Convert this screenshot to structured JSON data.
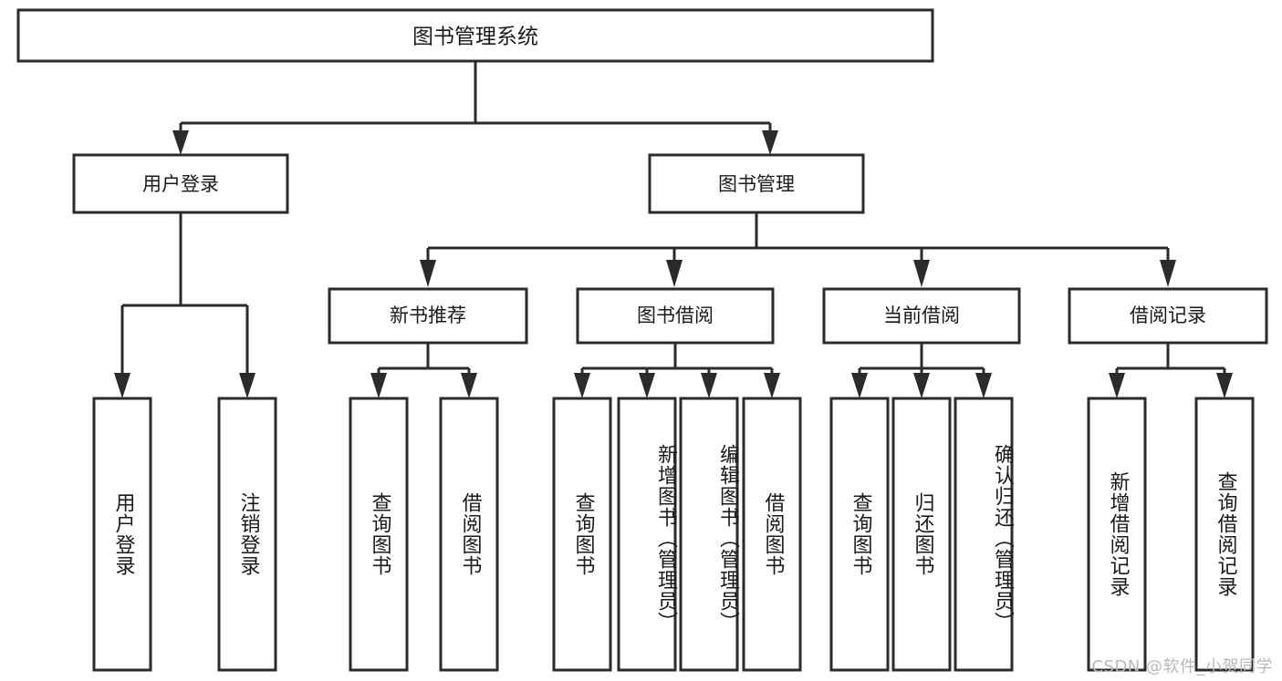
{
  "diagram": {
    "title": "图书管理系统",
    "watermark": "CSDN @软件_小贺同学",
    "colors": {
      "stroke": "#2b2b2b",
      "fill": "#ffffff",
      "text": "#1a1a1a",
      "watermark": "#b9b9b9",
      "background": "#ffffff"
    },
    "root": {
      "label": "图书管理系统"
    },
    "level2": [
      {
        "label": "用户登录"
      },
      {
        "label": "图书管理"
      }
    ],
    "level3": [
      {
        "label": "新书推荐"
      },
      {
        "label": "图书借阅"
      },
      {
        "label": "当前借阅"
      },
      {
        "label": "借阅记录"
      }
    ],
    "leaves": {
      "user_login": [
        {
          "label": "用户登录"
        },
        {
          "label": "注销登录"
        }
      ],
      "new_book": [
        {
          "label": "查询图书"
        },
        {
          "label": "借阅图书"
        }
      ],
      "borrow": [
        {
          "label": "查询图书"
        },
        {
          "label": "新增图书（管理员）"
        },
        {
          "label": "编辑图书（管理员）"
        },
        {
          "label": "借阅图书"
        }
      ],
      "current": [
        {
          "label": "查询图书"
        },
        {
          "label": "归还图书"
        },
        {
          "label": "确认归还（管理员）"
        }
      ],
      "records": [
        {
          "label": "新增借阅记录"
        },
        {
          "label": "查询借阅记录"
        }
      ]
    }
  }
}
